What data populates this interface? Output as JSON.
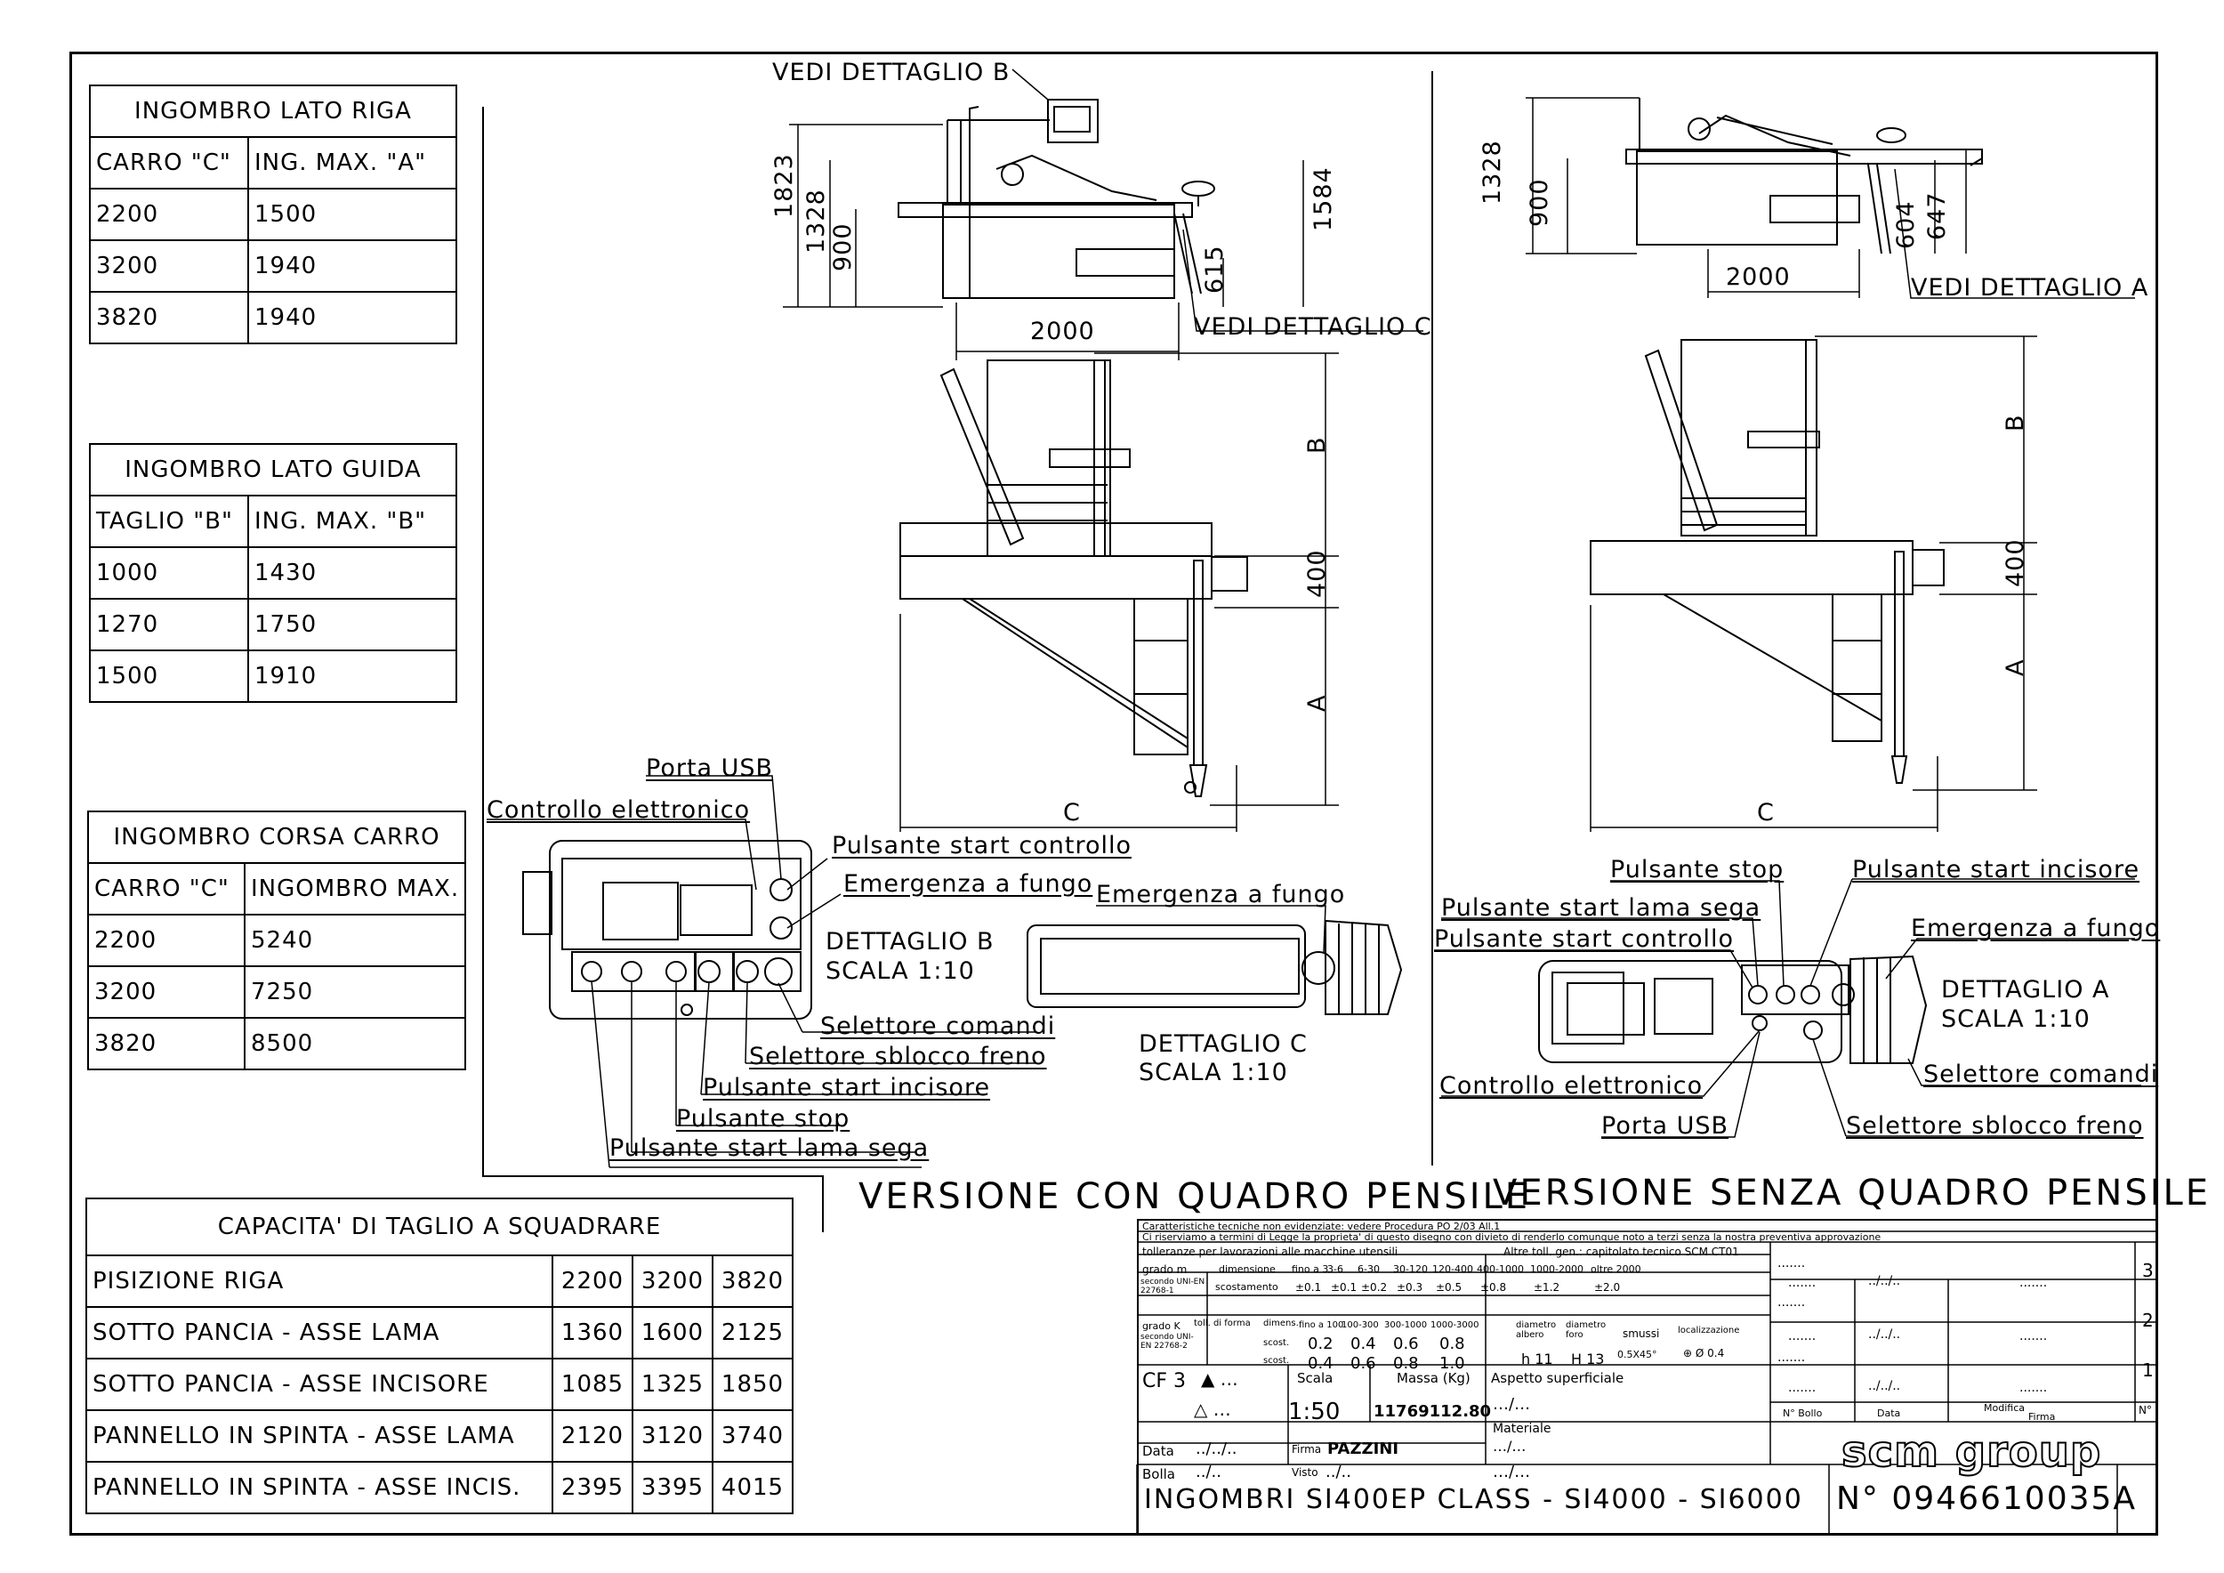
{
  "tables": {
    "lato_riga": {
      "title": "INGOMBRO LATO RIGA",
      "headers": [
        "CARRO \"C\"",
        "ING. MAX. \"A\""
      ],
      "rows": [
        [
          "2200",
          "1500"
        ],
        [
          "3200",
          "1940"
        ],
        [
          "3820",
          "1940"
        ]
      ]
    },
    "lato_guida": {
      "title": "INGOMBRO LATO GUIDA",
      "headers": [
        "TAGLIO \"B\"",
        "ING. MAX. \"B\""
      ],
      "rows": [
        [
          "1000",
          "1430"
        ],
        [
          "1270",
          "1750"
        ],
        [
          "1500",
          "1910"
        ]
      ]
    },
    "corsa_carro": {
      "title": "INGOMBRO CORSA CARRO",
      "headers": [
        "CARRO \"C\"",
        "INGOMBRO MAX."
      ],
      "rows": [
        [
          "2200",
          "5240"
        ],
        [
          "3200",
          "7250"
        ],
        [
          "3820",
          "8500"
        ]
      ]
    },
    "capacita": {
      "title": "CAPACITA' DI TAGLIO A SQUADRARE",
      "rows": [
        [
          "PISIZIONE RIGA",
          "2200",
          "3200",
          "3820"
        ],
        [
          "SOTTO PANCIA - ASSE LAMA",
          "1360",
          "1600",
          "2125"
        ],
        [
          "SOTTO PANCIA - ASSE INCISORE",
          "1085",
          "1325",
          "1850"
        ],
        [
          "PANNELLO IN SPINTA - ASSE LAMA",
          "2120",
          "3120",
          "3740"
        ],
        [
          "PANNELLO IN SPINTA - ASSE INCIS.",
          "2395",
          "3395",
          "4015"
        ]
      ]
    }
  },
  "left_view": {
    "vedi_b": "VEDI DETTAGLIO B",
    "vedi_c": "VEDI DETTAGLIO C",
    "dims": [
      "1823",
      "1328",
      "900",
      "1584",
      "615",
      "2000",
      "B",
      "400",
      "A",
      "C"
    ],
    "callouts": {
      "porta_usb": "Porta USB",
      "controllo": "Controllo elettronico",
      "start_controllo": "Pulsante start controllo",
      "emergenza": "Emergenza a fungo",
      "selettore_comandi": "Selettore comandi",
      "selettore_freno": "Selettore sblocco freno",
      "start_incisore": "Pulsante start incisore",
      "stop": "Pulsante stop",
      "start_lama": "Pulsante start lama sega"
    },
    "detail_b": [
      "DETTAGLIO B",
      "SCALA 1:10"
    ],
    "detail_c_label": "Emergenza a fungo",
    "detail_c": [
      "DETTAGLIO C",
      "SCALA 1:10"
    ],
    "version": "VERSIONE CON QUADRO PENSILE"
  },
  "right_view": {
    "vedi_a": "VEDI DETTAGLIO A",
    "dims": [
      "1328",
      "900",
      "604",
      "647",
      "2000",
      "B",
      "400",
      "A",
      "C"
    ],
    "callouts": {
      "stop": "Pulsante stop",
      "start_incisore": "Pulsante start incisore",
      "start_lama": "Pulsante start lama sega",
      "start_controllo": "Pulsante start controllo",
      "emergenza": "Emergenza a fungo",
      "selettore_comandi": "Selettore comandi",
      "controllo": "Controllo elettronico",
      "porta_usb": "Porta USB",
      "selettore_freno": "Selettore sblocco freno"
    },
    "detail_a": [
      "DETTAGLIO A",
      "SCALA 1:10"
    ],
    "version": "VERSIONE SENZA QUADRO PENSILE"
  },
  "title_block": {
    "note1": "Caratteristiche tecniche non evidenziate: vedere Procedura PO 2/03 All.1",
    "note2": "Ci riserviamo a termini di Legge la proprieta' di questo disegno con divieto di renderlo comunque noto a terzi senza la nostra preventiva approvazione",
    "toll": "tolleranze per lavorazioni alle macchine utensili",
    "altre": "Altre toll. gen.: capitolato tecnico SCM CT01",
    "grado_m": "grado m",
    "secondo_m": "secondo UNI-EN 22768-1",
    "dimensione": "dimensione",
    "scostamento": "scostamento",
    "ranges": [
      "fino a 3",
      "3-6",
      "6-30",
      "30-120",
      "120-400",
      "400-1000",
      "1000-2000",
      "oltre 2000"
    ],
    "scost_vals": [
      "±0.1",
      "±0.1",
      "±0.2",
      "±0.3",
      "±0.5",
      "±0.8",
      "±1.2",
      "±2.0"
    ],
    "grado_k": "grado K",
    "secondo_k": "secondo UNI-EN 22768-2",
    "toll_forma": "toll. di forma",
    "dimens": "dimens.",
    "k_ranges": [
      "fino a 100",
      "100-300",
      "300-1000",
      "1000-3000"
    ],
    "k_row1": [
      "0.2",
      "0.4",
      "0.6",
      "0.8"
    ],
    "k_row2": [
      "0.4",
      "0.6",
      "0.8",
      "1.0"
    ],
    "scost": "scost.",
    "diam_albero": "diametro albero",
    "diam_foro": "diametro foro",
    "h11": "h 11",
    "H13": "H 13",
    "smussi": "smussi",
    "smussi_val": "0.5X45°",
    "localizz": "localizzazione",
    "localizz_val": "⊕ Ø 0.4",
    "cf": "CF 3",
    "scala_lbl": "Scala",
    "scala": "1:50",
    "massa_lbl": "Massa (Kg)",
    "massa": "11769112.80",
    "aspetto": "Aspetto superficiale",
    "materiale": "Materiale",
    "data_lbl": "Data",
    "data": "../../..",
    "firma_lbl": "Firma",
    "firma": "PAZZINI",
    "bolla_lbl": "Bolla",
    "bolla": "../..",
    "visto_lbl": "Visto",
    "visto": "../..",
    "title": "INGOMBRI SI400EP CLASS -  SI4000 - SI6000",
    "number": "N° 0946610035A",
    "logo": "scm group",
    "rev_dots": ".......",
    "rev_date": "../../..",
    "rev_nums": [
      "3",
      "2",
      "1"
    ],
    "n_bollo": "N° Bollo",
    "data_h": "Data",
    "modifica": "Modifica",
    "firma_h": "Firma",
    "n_h": "N°"
  }
}
